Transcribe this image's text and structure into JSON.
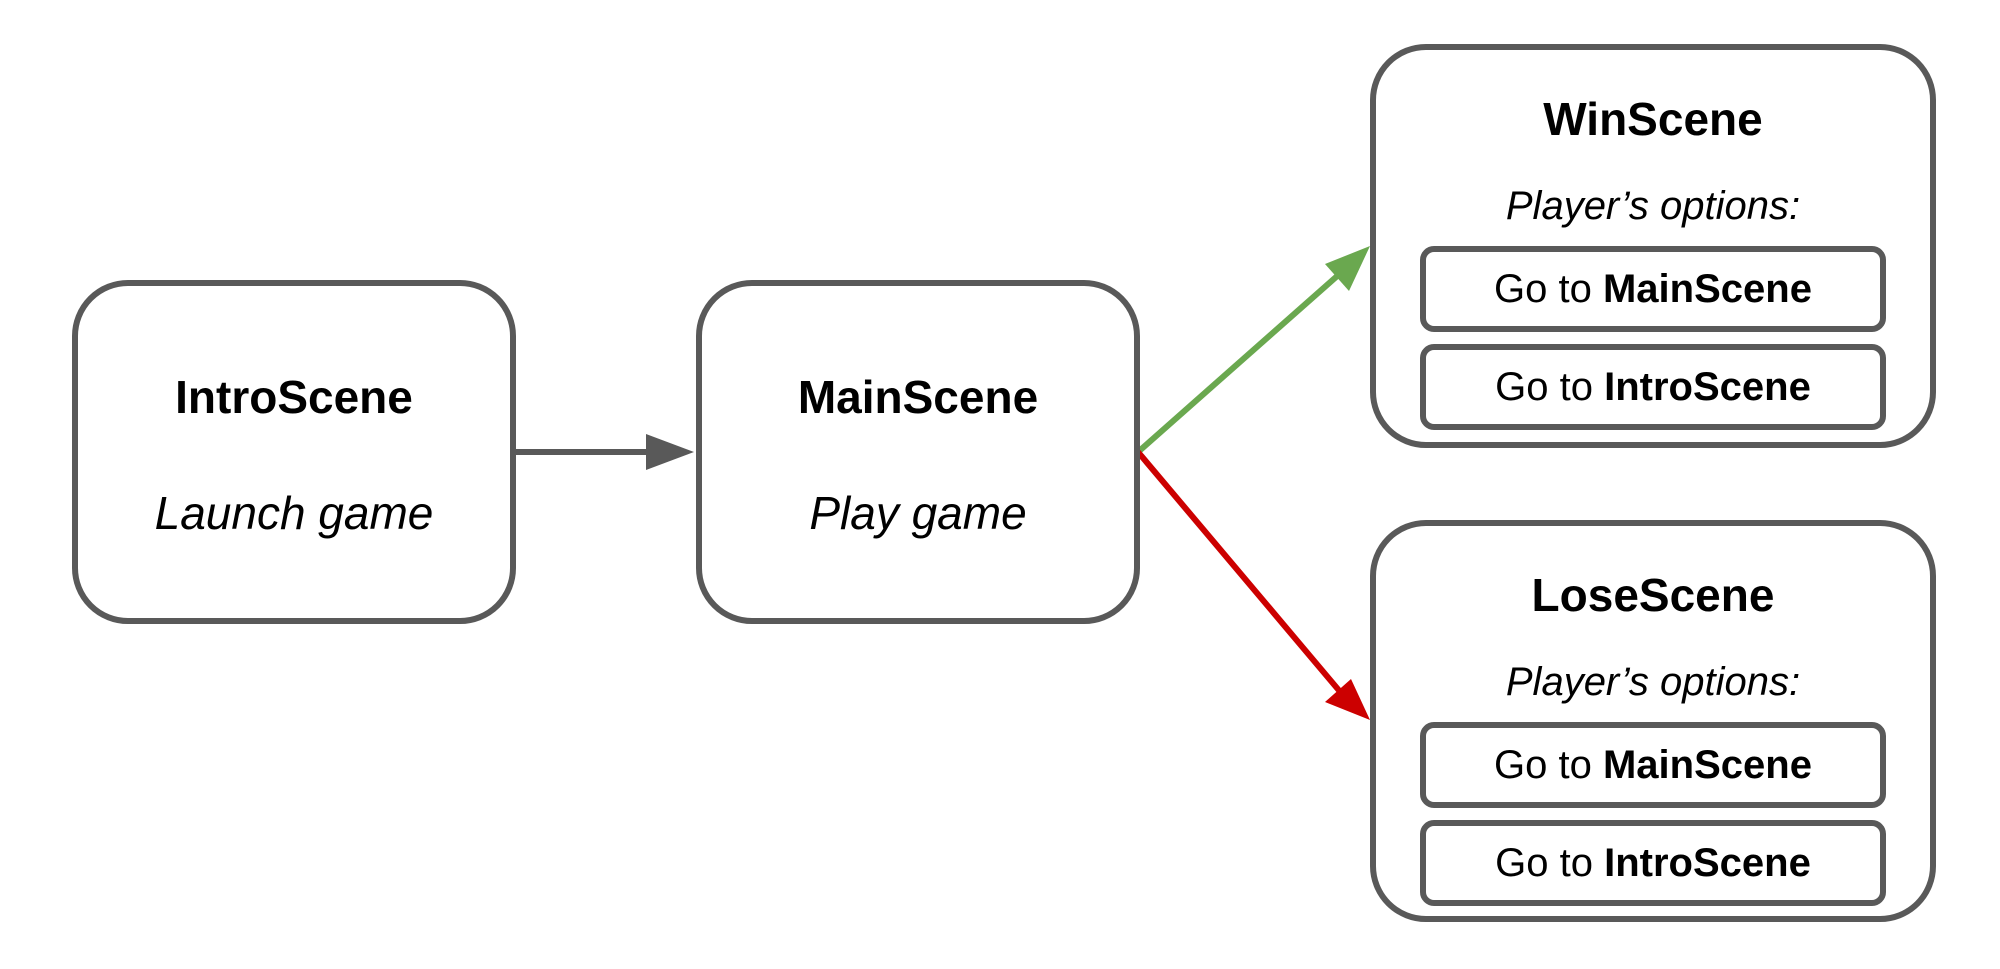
{
  "colors": {
    "border": "#595959",
    "arrow_default": "#595959",
    "arrow_win": "#6aa84f",
    "arrow_lose": "#cc0000"
  },
  "intro": {
    "name": "IntroScene",
    "desc": "Launch game"
  },
  "main": {
    "name": "MainScene",
    "desc": "Play game"
  },
  "win": {
    "name": "WinScene",
    "options_label": "Player’s options:",
    "options": [
      {
        "prefix": "Go to ",
        "target": "MainScene"
      },
      {
        "prefix": "Go to ",
        "target": "IntroScene"
      }
    ]
  },
  "lose": {
    "name": "LoseScene",
    "options_label": "Player’s options:",
    "options": [
      {
        "prefix": "Go to ",
        "target": "MainScene"
      },
      {
        "prefix": "Go to ",
        "target": "IntroScene"
      }
    ]
  }
}
